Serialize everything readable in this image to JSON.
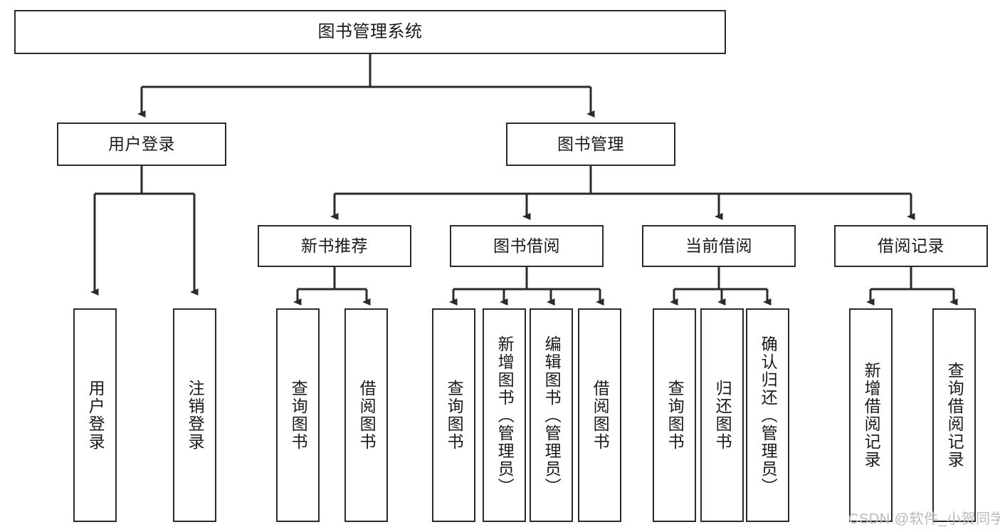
{
  "diagram": {
    "title": "图书管理系统",
    "type": "tree-hierarchy-diagram",
    "theme": {
      "background": "#ffffff",
      "node_fill": "#ffffff",
      "node_border": "#2b2b2b",
      "edge_color": "#2b2b2b",
      "text_color": "#1a1a1a",
      "watermark_color": "#b9b9b9"
    },
    "root": {
      "label": "图书管理系统"
    },
    "level2": [
      {
        "id": "user-login",
        "label": "用户登录"
      },
      {
        "id": "book-management",
        "label": "图书管理"
      }
    ],
    "level3": [
      {
        "id": "new-book-recommend",
        "label": "新书推荐"
      },
      {
        "id": "book-borrow",
        "label": "图书借阅"
      },
      {
        "id": "current-borrow",
        "label": "当前借阅"
      },
      {
        "id": "borrow-record",
        "label": "借阅记录"
      }
    ],
    "leaves": {
      "user_login": [
        {
          "id": "leaf-user-login",
          "label": "用户登录"
        },
        {
          "id": "leaf-logout-login",
          "label": "注销登录"
        }
      ],
      "new_book_recommend": [
        {
          "id": "leaf-query-book-1",
          "label": "查询图书"
        },
        {
          "id": "leaf-borrow-book-1",
          "label": "借阅图书"
        }
      ],
      "book_borrow": [
        {
          "id": "leaf-query-book-2",
          "label": "查询图书"
        },
        {
          "id": "leaf-add-book",
          "label": "新增图书（管理员）"
        },
        {
          "id": "leaf-edit-book",
          "label": "编辑图书（管理员）"
        },
        {
          "id": "leaf-borrow-book-2",
          "label": "借阅图书"
        }
      ],
      "current_borrow": [
        {
          "id": "leaf-query-book-3",
          "label": "查询图书"
        },
        {
          "id": "leaf-return-book",
          "label": "归还图书"
        },
        {
          "id": "leaf-confirm-return",
          "label": "确认归还（管理员）"
        }
      ],
      "borrow_record": [
        {
          "id": "leaf-add-record",
          "label": "新增借阅记录"
        },
        {
          "id": "leaf-query-record",
          "label": "查询借阅记录"
        }
      ]
    }
  },
  "watermark": {
    "text": "CSDN @软件_小贺同学"
  }
}
